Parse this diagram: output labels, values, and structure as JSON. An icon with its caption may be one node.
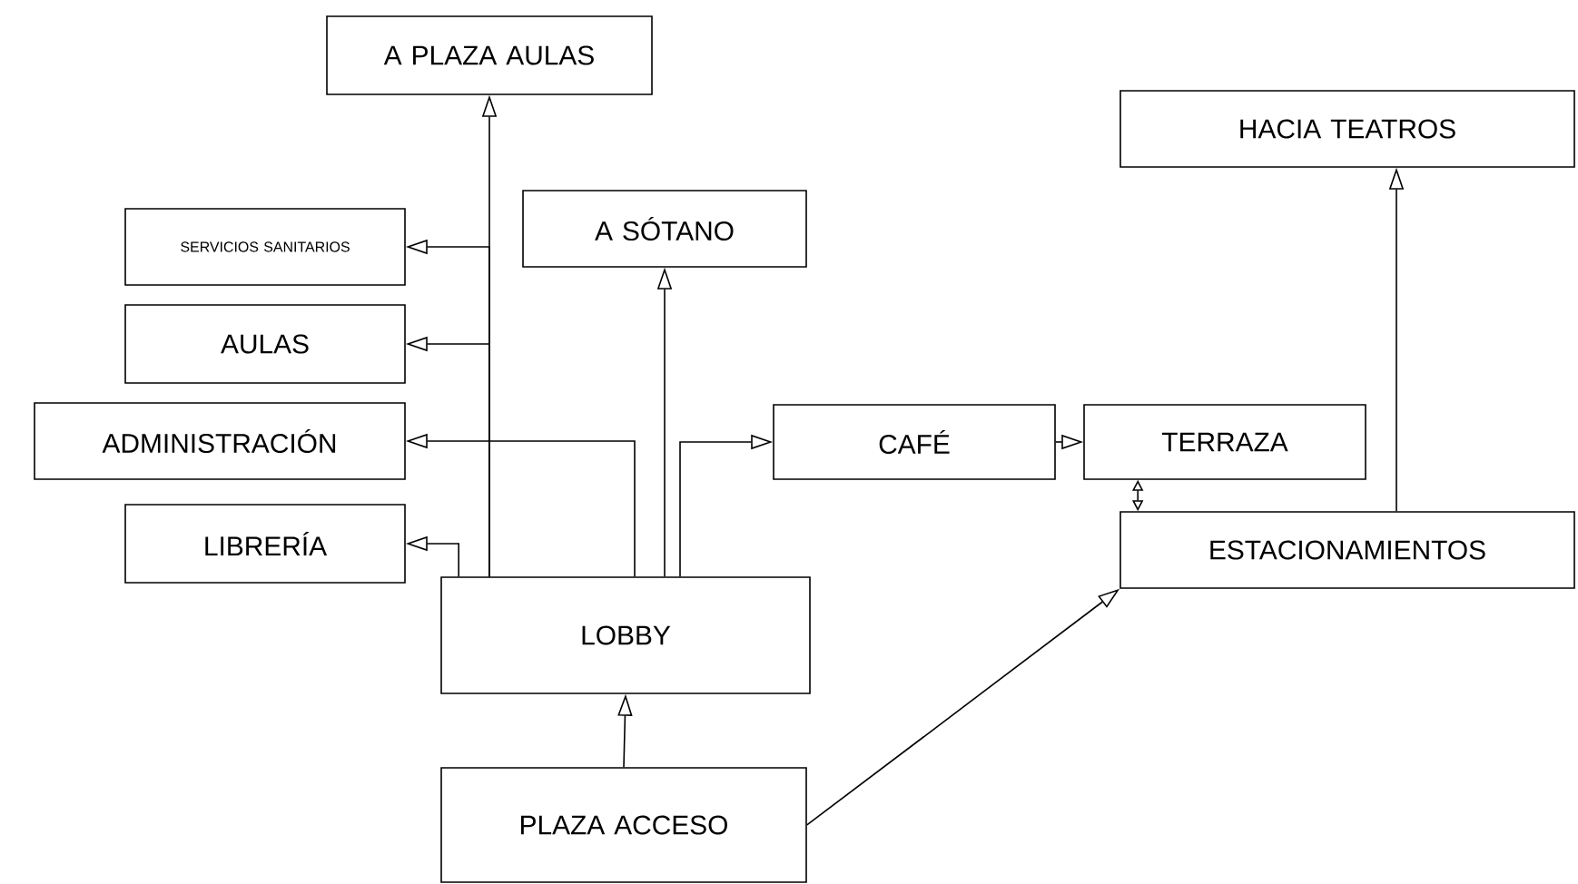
{
  "diagram": {
    "nodes": [
      {
        "text": [
          "A PLAZA AULAS"
        ]
      },
      {
        "text": [
          "SERVICIOS SANITARIOS"
        ]
      },
      {
        "text": [
          "AULAS"
        ]
      },
      {
        "text": [
          "A SÓTANO"
        ]
      },
      {
        "text": [
          "HACIA TEATROS"
        ]
      },
      {
        "text": [
          "ADMINISTRACIÓN"
        ]
      },
      {
        "text": [
          "CAFÉ"
        ]
      },
      {
        "text": [
          "TERRAZA"
        ]
      },
      {
        "text": [
          "LIBRERÍA"
        ]
      },
      {
        "text": [
          "ESTACIONAMIENTOS"
        ]
      },
      {
        "text": [
          "LOBBY"
        ]
      },
      {
        "text": [
          "PLAZA ACCESO"
        ]
      }
    ],
    "edges": [
      {
        "from": 10,
        "to": 3,
        "arrow": "to"
      },
      {
        "from": 10,
        "to": 0,
        "arrow": "to"
      },
      {
        "from": 10,
        "to": 1,
        "arrow": "to"
      },
      {
        "from": 10,
        "to": 2,
        "arrow": "to"
      },
      {
        "from": 10,
        "to": 5,
        "arrow": "to"
      },
      {
        "from": 10,
        "to": 6,
        "arrow": "to"
      },
      {
        "from": 10,
        "to": 8,
        "arrow": "to"
      },
      {
        "from": 6,
        "to": 7,
        "arrow": "to"
      },
      {
        "from": 7,
        "to": 9,
        "arrow": "both"
      },
      {
        "from": 9,
        "to": 4,
        "arrow": "to"
      },
      {
        "from": 11,
        "to": 10,
        "arrow": "to"
      },
      {
        "from": 11,
        "to": 9,
        "arrow": "to"
      }
    ]
  }
}
